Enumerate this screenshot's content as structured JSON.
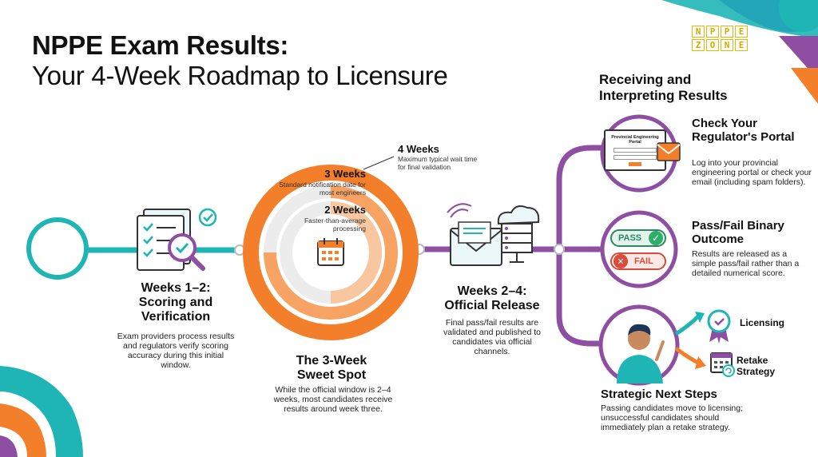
{
  "title": {
    "line1": "NPPE Exam Results:",
    "line2": "Your 4-Week Roadmap to Licensure"
  },
  "logo": {
    "row1": [
      "N",
      "P",
      "P",
      "E"
    ],
    "row2": [
      "Z",
      "O",
      "N",
      "E"
    ]
  },
  "colors": {
    "teal": "#1fb5b5",
    "orange": "#f47f2a",
    "purple": "#8e4fa3",
    "gray": "#e8e8e8"
  },
  "rings": {
    "week4": {
      "label": "4 Weeks",
      "desc": "Maximum typical wait time for final validation",
      "fraction": 1.0
    },
    "week3": {
      "label": "3 Weeks",
      "desc": "Standard notification date for most engineers",
      "fraction": 0.75
    },
    "week2": {
      "label": "2 Weeks",
      "desc": "Faster-than-average processing",
      "fraction": 0.5
    },
    "center_icon": "calendar-icon"
  },
  "step1": {
    "heading": "Weeks 1–2: Scoring and Verification",
    "body": "Exam providers process results and regulators verify scoring accuracy during this initial window.",
    "icon": "document-checklist-magnifier-icon"
  },
  "sweet_spot": {
    "heading": "The 3-Week Sweet Spot",
    "body": "While the official window is 2–4 weeks, most candidates receive results around week three."
  },
  "step2": {
    "heading": "Weeks 2–4: Official Release",
    "body": "Final pass/fail results are validated and published to candidates via official channels.",
    "icon": "email-cloud-server-icon"
  },
  "receiving": {
    "heading": "Receiving and Interpreting Results",
    "check_portal": {
      "heading": "Check Your Regulator's Portal",
      "body": "Log into your provincial engineering portal or check your email (including spam folders).",
      "portal_title": "Provincial Engineering Portal"
    },
    "pass_fail": {
      "heading": "Pass/Fail Binary Outcome",
      "body": "Results are released as a simple pass/fail rather than a detailed numerical score.",
      "pass_label": "PASS",
      "fail_label": "FAIL"
    },
    "next_steps": {
      "heading": "Strategic Next Steps",
      "body": "Passing candidates move to licensing; unsuccessful candidates should immediately plan a retake strategy.",
      "licensing_label": "Licensing",
      "retake_label": "Retake Strategy"
    }
  }
}
